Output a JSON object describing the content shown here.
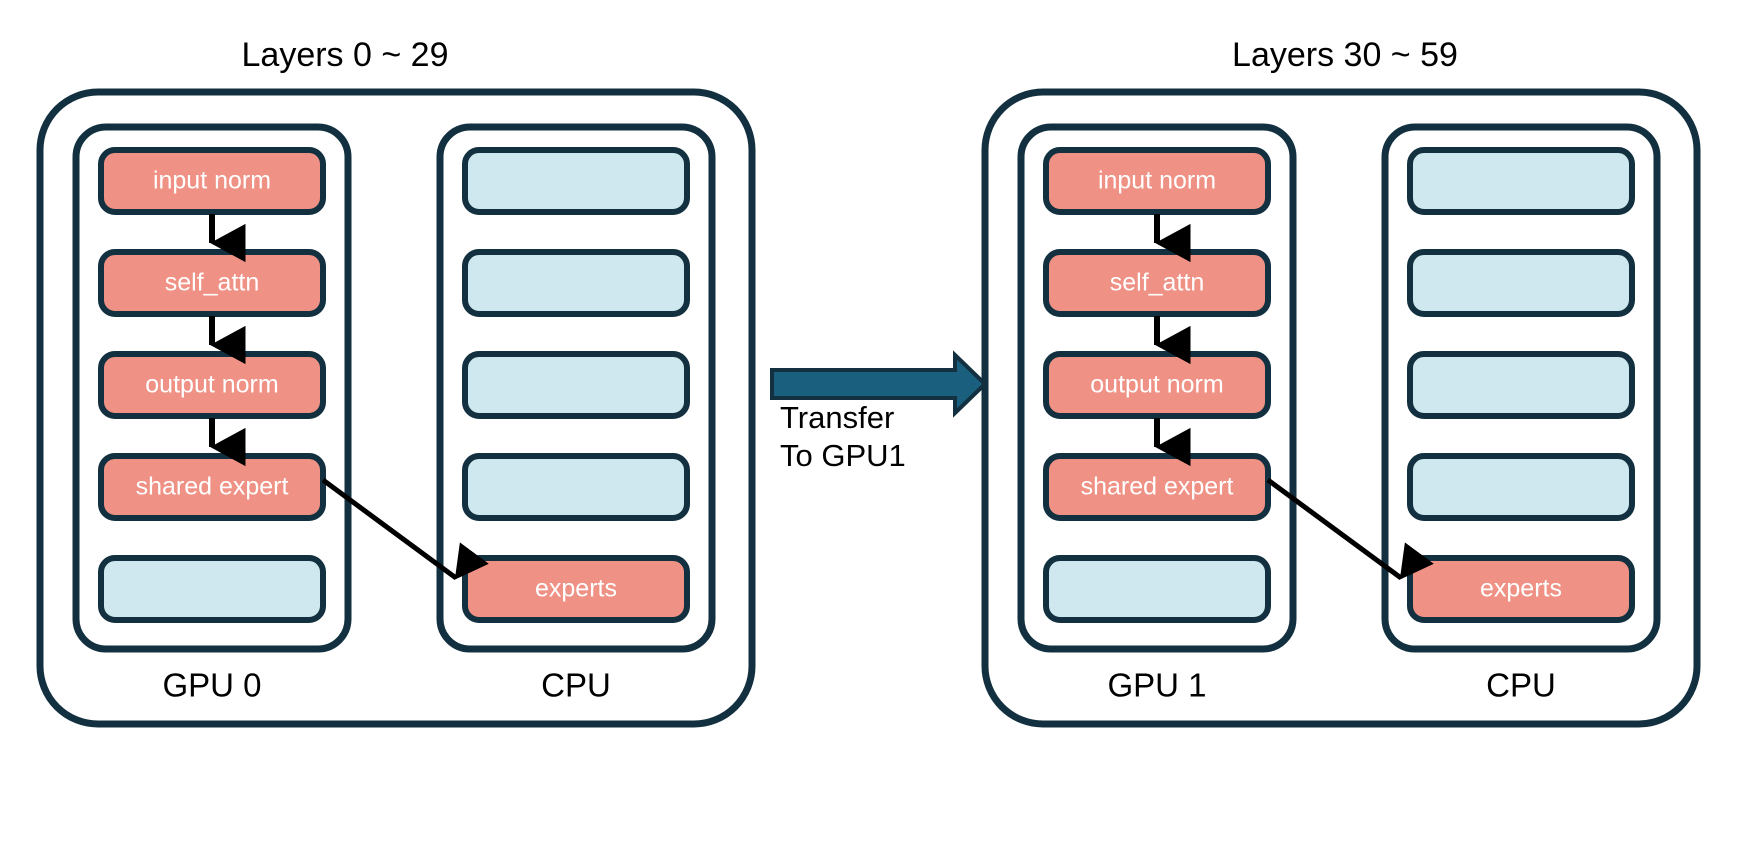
{
  "diagram": {
    "title_left": "Layers 0 ~ 29",
    "title_right": "Layers 30 ~ 59",
    "colors": {
      "active_fill": "#ef9184",
      "idle_fill": "#cfe7ee",
      "outline": "#12303f",
      "transfer_arrow": "#1b5f7f",
      "background": "#ffffff",
      "label_text": "#ffffff",
      "title_text": "#000000"
    },
    "transfer": {
      "line1": "Transfer",
      "line2": "To GPU1",
      "direction": "left-to-right"
    },
    "panels": [
      {
        "id": "panel-left",
        "title": "Layers 0 ~ 29",
        "gpu": {
          "device_label": "GPU 0",
          "boxes": [
            {
              "label": "input norm",
              "state": "active"
            },
            {
              "label": "self_attn",
              "state": "active"
            },
            {
              "label": "output norm",
              "state": "active"
            },
            {
              "label": "shared expert",
              "state": "active"
            },
            {
              "label": "",
              "state": "idle"
            }
          ]
        },
        "cpu": {
          "device_label": "CPU",
          "boxes": [
            {
              "label": "",
              "state": "idle"
            },
            {
              "label": "",
              "state": "idle"
            },
            {
              "label": "",
              "state": "idle"
            },
            {
              "label": "",
              "state": "idle"
            },
            {
              "label": "experts",
              "state": "active"
            }
          ]
        }
      },
      {
        "id": "panel-right",
        "title": "Layers 30 ~ 59",
        "gpu": {
          "device_label": "GPU 1",
          "boxes": [
            {
              "label": "input norm",
              "state": "active"
            },
            {
              "label": "self_attn",
              "state": "active"
            },
            {
              "label": "output norm",
              "state": "active"
            },
            {
              "label": "shared expert",
              "state": "active"
            },
            {
              "label": "",
              "state": "idle"
            }
          ]
        },
        "cpu": {
          "device_label": "CPU",
          "boxes": [
            {
              "label": "",
              "state": "idle"
            },
            {
              "label": "",
              "state": "idle"
            },
            {
              "label": "",
              "state": "idle"
            },
            {
              "label": "",
              "state": "idle"
            },
            {
              "label": "experts",
              "state": "active"
            }
          ]
        }
      }
    ]
  }
}
